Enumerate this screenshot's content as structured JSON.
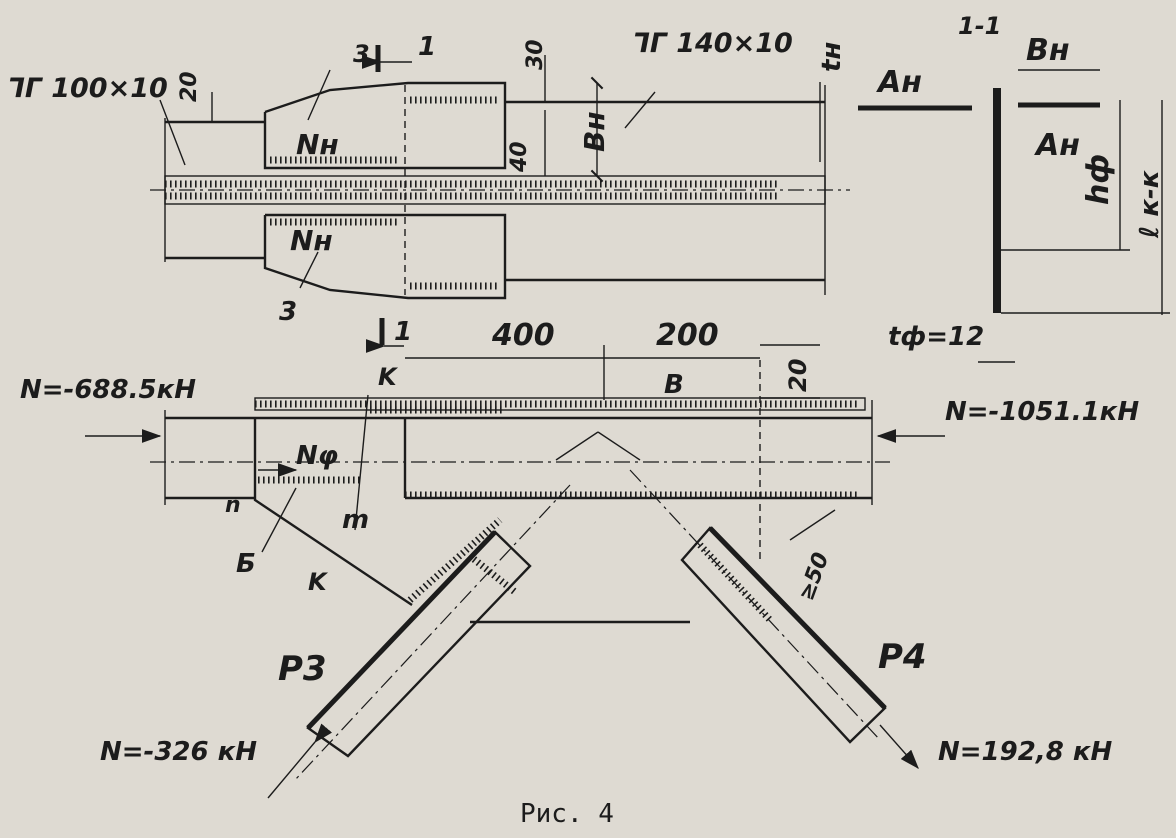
{
  "figure": {
    "caption": "Рис. 4",
    "profile_left": "ᒣᒥ 100×10",
    "profile_right": "ᒣᒥ 140×10",
    "section_mark": "1-1"
  },
  "top_view": {
    "dims": {
      "gap_20": "20",
      "dim_30": "30",
      "dim_40": "40",
      "b_n_label": "Bн",
      "t_n_label": "tн",
      "section_1": "1",
      "plate_3_top": "3",
      "plate_3_bottom": "3"
    },
    "forces": {
      "n_h_top": "Nн",
      "n_h_bottom": "Nн"
    }
  },
  "section_view": {
    "a_n_left": "Aн",
    "a_n_right": "Aн",
    "b_n": "Bн",
    "h_f": "hф",
    "l_kk": "ℓ к-к",
    "t_f": "tф=12"
  },
  "front_view": {
    "section_1": "1",
    "dim_400": "400",
    "dim_200": "200",
    "dim_20": "20",
    "dim_50": "≥50",
    "label_k_top": "K",
    "label_k_bottom": "K",
    "label_b_weld": "B",
    "label_n_phi": "Nφ",
    "label_n": "n",
    "label_m": "m",
    "label_b_cyr": "Б",
    "p3": "P3",
    "p4": "P4",
    "force_left": "N=-688.5кН",
    "force_right": "N=-1051.1кН",
    "force_p3": "N=-326 кН",
    "force_p4": "N=192,8 кН"
  }
}
